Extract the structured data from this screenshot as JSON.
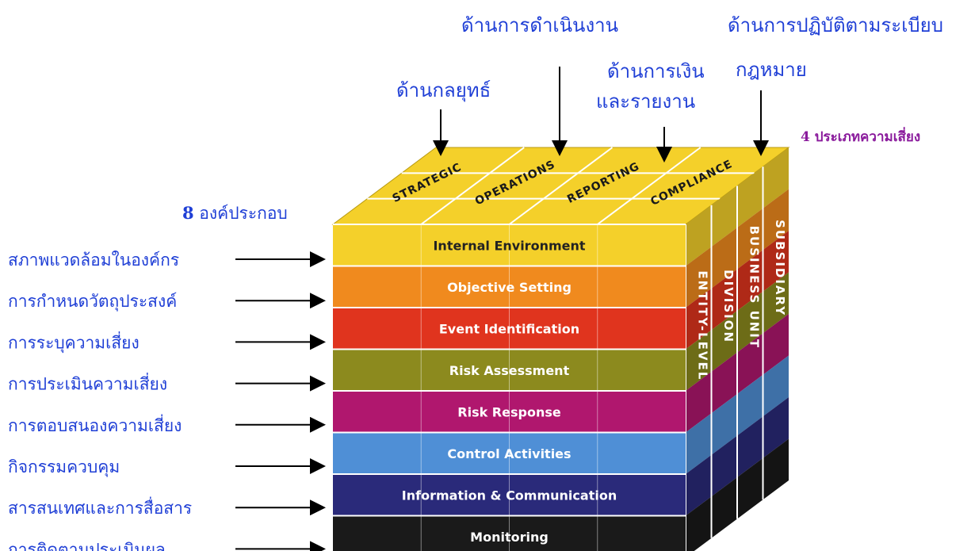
{
  "header_components": {
    "number": "8",
    "text": " องค์ประกอบ"
  },
  "header_categories": "4 ประเภทความเสี่ยง",
  "categories": [
    {
      "lines": [
        "ด้านกลยุทธ์"
      ]
    },
    {
      "lines": [
        "ด้านการดำเนินงาน"
      ]
    },
    {
      "lines": [
        "ด้านการเงิน",
        "และรายงาน"
      ]
    },
    {
      "lines": [
        "ด้านการปฏิบัติตามระเบียบ",
        "กฎหมาย"
      ]
    }
  ],
  "components": [
    {
      "thai": "สภาพแวดล้อมในองค์กร",
      "band": "Internal Environment",
      "color": "#f4d02a"
    },
    {
      "thai": "การกำหนดวัตถุประสงค์",
      "band": "Objective Setting",
      "color": "#f08a1e"
    },
    {
      "thai": "การระบุความเสี่ยง",
      "band": "Event Identification",
      "color": "#e0341e"
    },
    {
      "thai": "การประเมินความเสี่ยง",
      "band": "Risk Assessment",
      "color": "#8c8a1e"
    },
    {
      "thai": "การตอบสนองความเสี่ยง",
      "band": "Risk Response",
      "color": "#b0176e"
    },
    {
      "thai": "กิจกรรมควบคุม",
      "band": "Control Activities",
      "color": "#4f8fd6"
    },
    {
      "thai": "สารสนเทศและการสื่อสาร",
      "band": "Information & Communication",
      "color": "#2a2a7a"
    },
    {
      "thai": "การติดตามประเมินผล",
      "band": "Monitoring",
      "color": "#1a1a1a"
    }
  ],
  "top_face": [
    "STRATEGIC",
    "OPERATIONS",
    "REPORTING",
    "COMPLIANCE"
  ],
  "side_face": [
    "ENTITY-LEVEL",
    "DIVISION",
    "BUSINESS UNIT",
    "SUBSIDIARY"
  ],
  "top_color": "#f4d02a",
  "label_color": "#1f3fd6"
}
